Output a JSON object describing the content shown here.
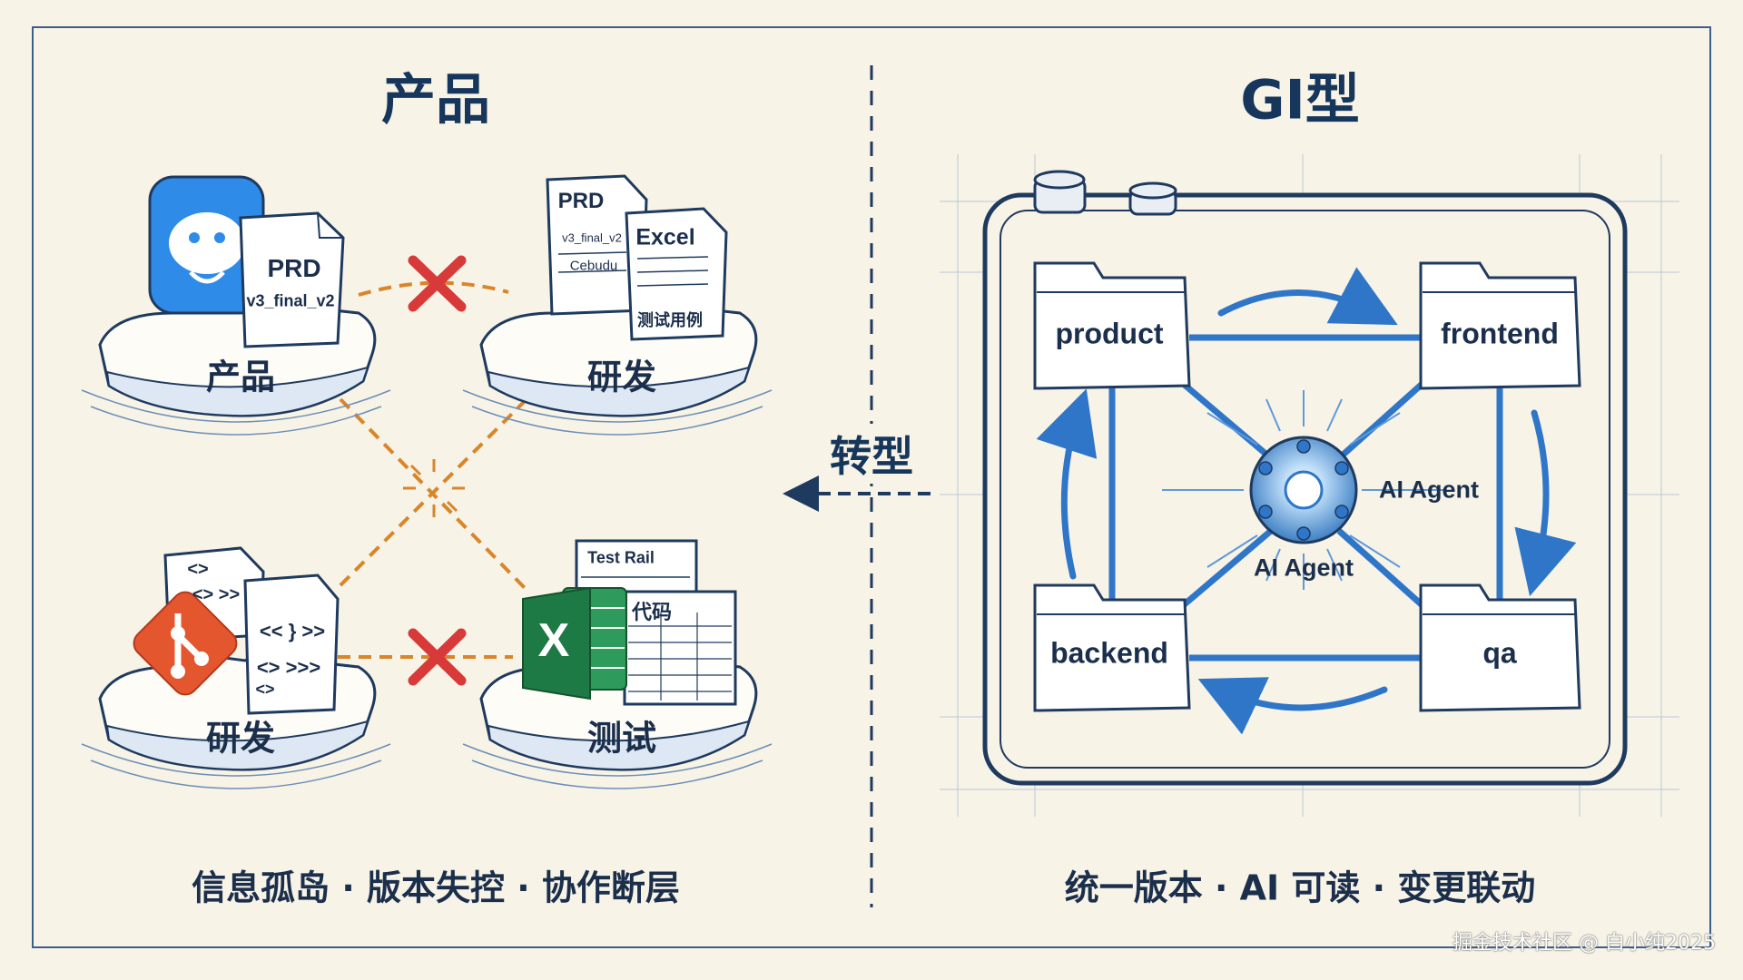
{
  "left": {
    "title": "产品",
    "islands": [
      {
        "label": "产品",
        "docs": [
          "PRD",
          "v3_final_v2"
        ],
        "icon": "feishu-bird-icon"
      },
      {
        "label": "研发",
        "docs": [
          "PRD",
          "v3_final_v2",
          "Cebudu",
          "Excel",
          "测试用例"
        ]
      },
      {
        "label": "研发",
        "docs": [
          "<>",
          "<> >>",
          "<< } >>",
          "<> >>>",
          "<>"
        ],
        "icon": "git-icon"
      },
      {
        "label": "测试",
        "docs": [
          "Test Rail",
          "代码"
        ],
        "icon": "excel-icon",
        "icon_letter": "X"
      }
    ],
    "broken_link_icon": "red-x-icon",
    "caption": "信息孤岛 · 版本失控 · 协作断层"
  },
  "transition": {
    "label": "转型",
    "arrow_icon": "arrow-left-icon"
  },
  "right": {
    "title": "GI型",
    "folders": [
      "product",
      "frontend",
      "backend",
      "qa"
    ],
    "agent_labels": [
      "AI Agent",
      "AI Agent"
    ],
    "hub_icon": "ai-hub-icon",
    "caption": "统一版本 · AI 可读 · 变更联动"
  },
  "watermark": "掘金技术社区 @ 白小纯2025",
  "colors": {
    "background": "#f7f3e6",
    "ink": "#1f3a5f",
    "accent_blue": "#2f76c9",
    "dash_orange": "#d9852a",
    "cross_red": "#d83a3a",
    "excel_green": "#1e7a45",
    "git_orange": "#e4572e"
  }
}
